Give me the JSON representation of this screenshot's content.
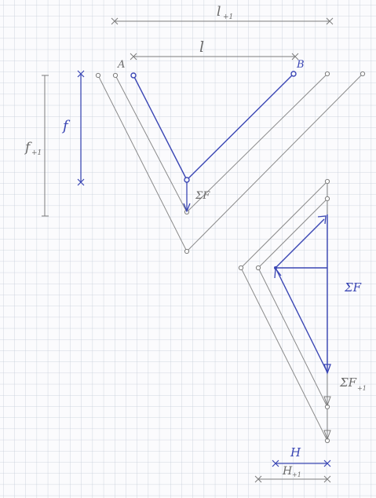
{
  "labels": {
    "l_plus_1": "l",
    "l_plus_1_sub": "+1",
    "l": "l",
    "A": "A",
    "B": "B",
    "f": "f",
    "f_plus_1": "f",
    "f_plus_1_sub": "+1",
    "sum_F_upper": "ΣF",
    "sum_F_right": "ΣF",
    "sum_F_plus_1": "ΣF",
    "sum_F_plus_1_sub": "+1",
    "H": "H",
    "H_plus_1": "H",
    "H_plus_1_sub": "+1"
  },
  "colors": {
    "paper": "#fbfbfd",
    "grid": "#c4ccd8",
    "pencil": "#7d7d7d",
    "ink": "#3a46b4"
  }
}
